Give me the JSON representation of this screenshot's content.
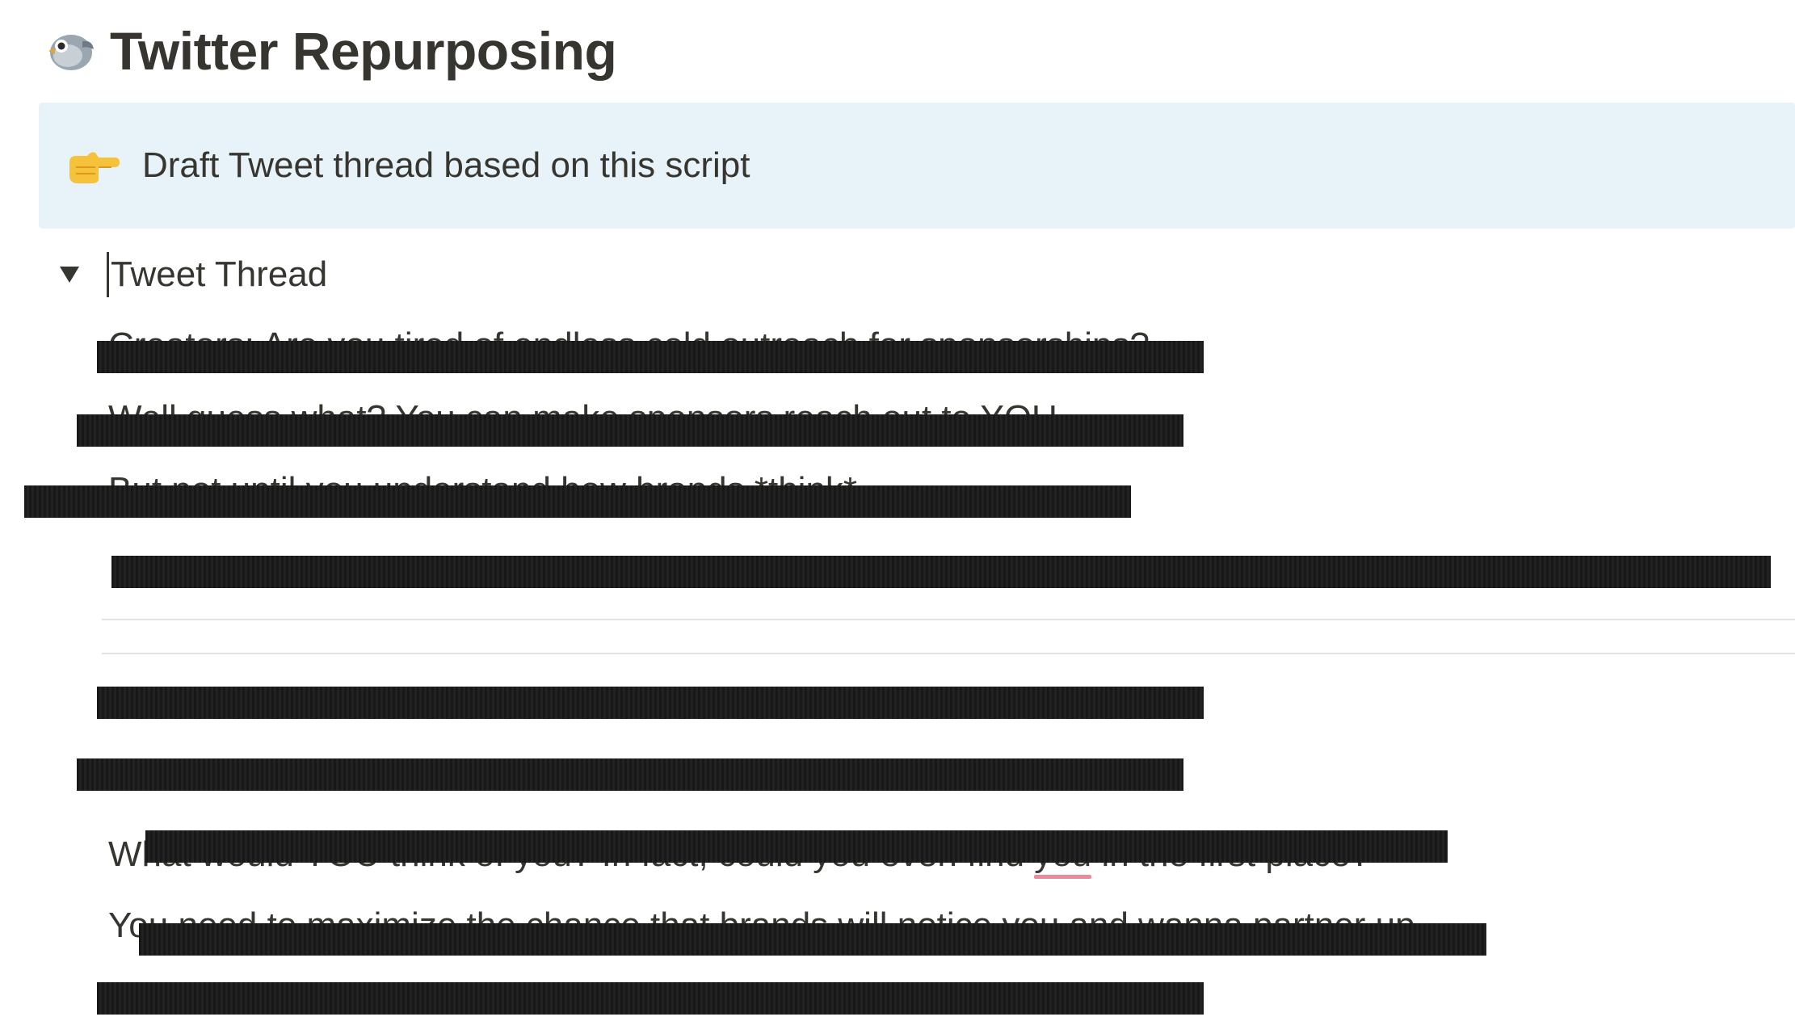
{
  "page": {
    "title": "Twitter Repurposing",
    "icon": "bird-icon"
  },
  "callout": {
    "icon": "pointing-right-hand-icon",
    "text": "Draft Tweet thread based on this script",
    "background": "#e7f3f8"
  },
  "toggle": {
    "icon": "triangle-down-icon",
    "label": "Tweet Thread",
    "expanded": true
  },
  "lines": {
    "l1": "Creators: Are you tired of endless cold outreach for sponsorships?",
    "l2": "Well guess what? You can make sponsors reach out to YOU",
    "l3": "But not until you understand how brands *think*",
    "l7_start": "Wh",
    "l7_end": "at would YOU think of you? In fact, could you even find ",
    "l7_spell": "you",
    "l7_tail": " in the first place?",
    "l8": "You need to maximize the chance that brands will notice you and wanna partner up"
  },
  "colors": {
    "text": "#37352f",
    "redaction": "#1c1c1c",
    "spellcheck": "#eb8a9a",
    "divider": "#e3e2df"
  }
}
